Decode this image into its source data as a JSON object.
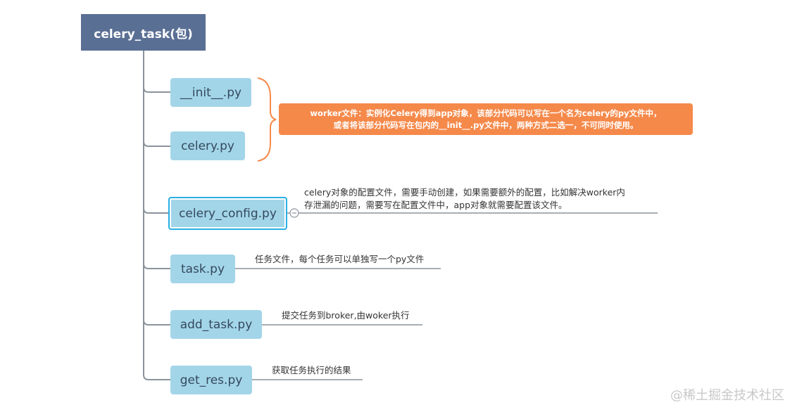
{
  "root": {
    "label": "celery_task(包)"
  },
  "nodes": [
    {
      "label": "__init__.py"
    },
    {
      "label": "celery.py"
    },
    {
      "label": "celery_config.py"
    },
    {
      "label": "task.py"
    },
    {
      "label": "add_task.py"
    },
    {
      "label": "get_res.py"
    }
  ],
  "summary": {
    "line1": "worker文件：实例化Celery得到app对象，该部分代码可以写在一个名为celery的py文件中，",
    "line2": "或者将该部分代码写在包内的__init__.py文件中，两种方式二选一，不可同时使用。"
  },
  "notes": {
    "celery_config_line1": "celery对象的配置文件，需要手动创建，如果需要额外的配置，比如解决worker内",
    "celery_config_line2": "存泄漏的问题，需要写在配置文件中，app对象就需要配置该文件。",
    "task": "任务文件，每个任务可以单独写一个py文件",
    "add_task": "提交任务到broker,由woker执行",
    "get_res": "获取任务执行的结果"
  },
  "watermark": "@稀土掘金技术社区",
  "colors": {
    "root_bg": "#5a6f94",
    "node_bg": "#a3d5e8",
    "summary_bg": "#f5894a",
    "selected_border": "#29aee2",
    "connector": "#8a939c"
  }
}
